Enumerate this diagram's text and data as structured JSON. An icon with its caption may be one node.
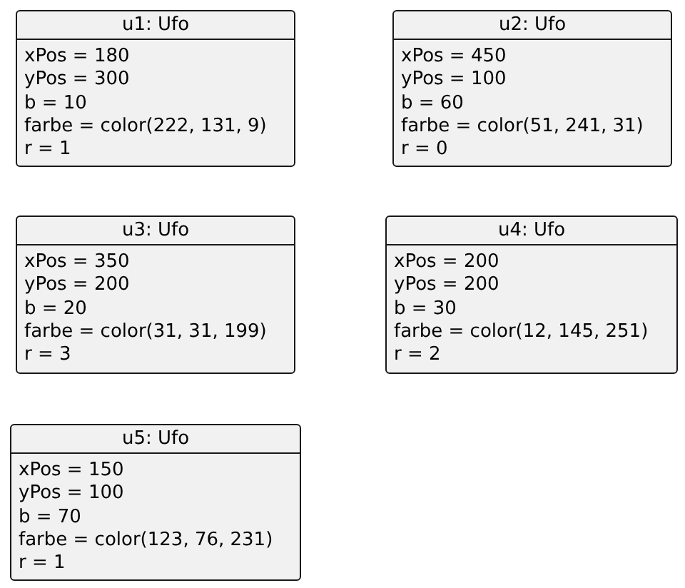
{
  "diagram": {
    "nodes": [
      {
        "text": [
          "u1: Ufo",
          "xPos = 180",
          "yPos = 300",
          "b = 10",
          "farbe = color(222, 131, 9)",
          "r = 1"
        ]
      },
      {
        "text": [
          "u2: Ufo",
          "xPos = 450",
          "yPos = 100",
          "b = 60",
          "farbe = color(51, 241, 31)",
          "r = 0"
        ]
      },
      {
        "text": [
          "u3: Ufo",
          "xPos = 350",
          "yPos = 200",
          "b = 20",
          "farbe = color(31, 31, 199)",
          "r = 3"
        ]
      },
      {
        "text": [
          "u4: Ufo",
          "xPos = 200",
          "yPos = 200",
          "b = 30",
          "farbe = color(12, 145, 251)",
          "r = 2"
        ]
      },
      {
        "text": [
          "u5: Ufo",
          "xPos = 150",
          "yPos = 100",
          "b = 70",
          "farbe = color(123, 76, 231)",
          "r = 1"
        ]
      }
    ],
    "edges": []
  }
}
